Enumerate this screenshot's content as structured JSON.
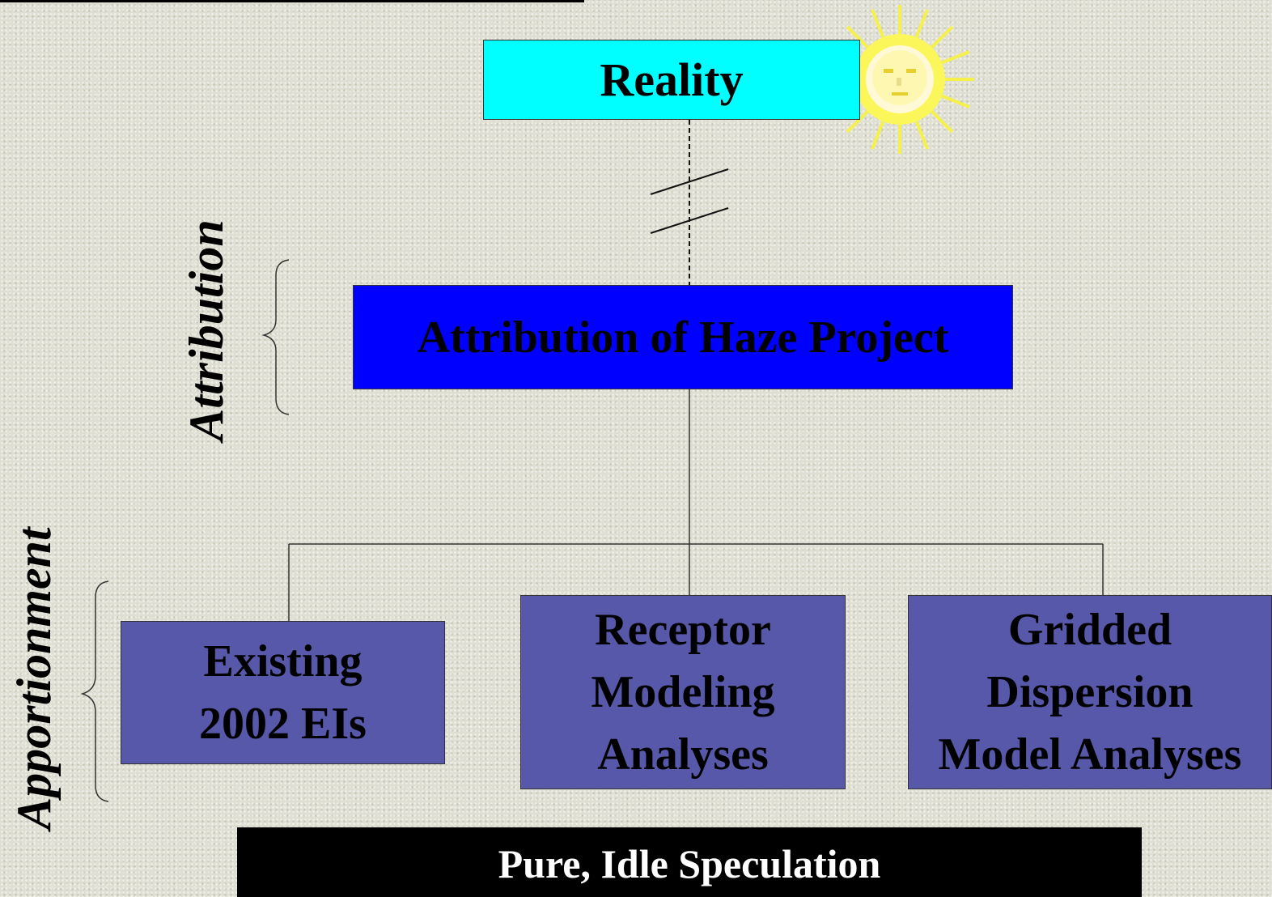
{
  "boxes": {
    "reality": "Reality",
    "attribution_project": "Attribution of Haze Project",
    "existing": [
      "Existing",
      "2002 EIs"
    ],
    "receptor": [
      "Receptor",
      "Modeling",
      "Analyses"
    ],
    "gridded": [
      "Gridded",
      "Dispersion",
      "Model Analyses"
    ],
    "speculation": "Pure, Idle Speculation"
  },
  "side_labels": {
    "attribution": "Attribution",
    "apportionment": "Apportionment"
  },
  "icons": [
    "sun-icon",
    "break-symbol-icon"
  ],
  "colors": {
    "reality_fill": "#00ffff",
    "project_fill": "#0000ff",
    "child_fill": "#5858aa",
    "speculation_fill": "#000000"
  }
}
